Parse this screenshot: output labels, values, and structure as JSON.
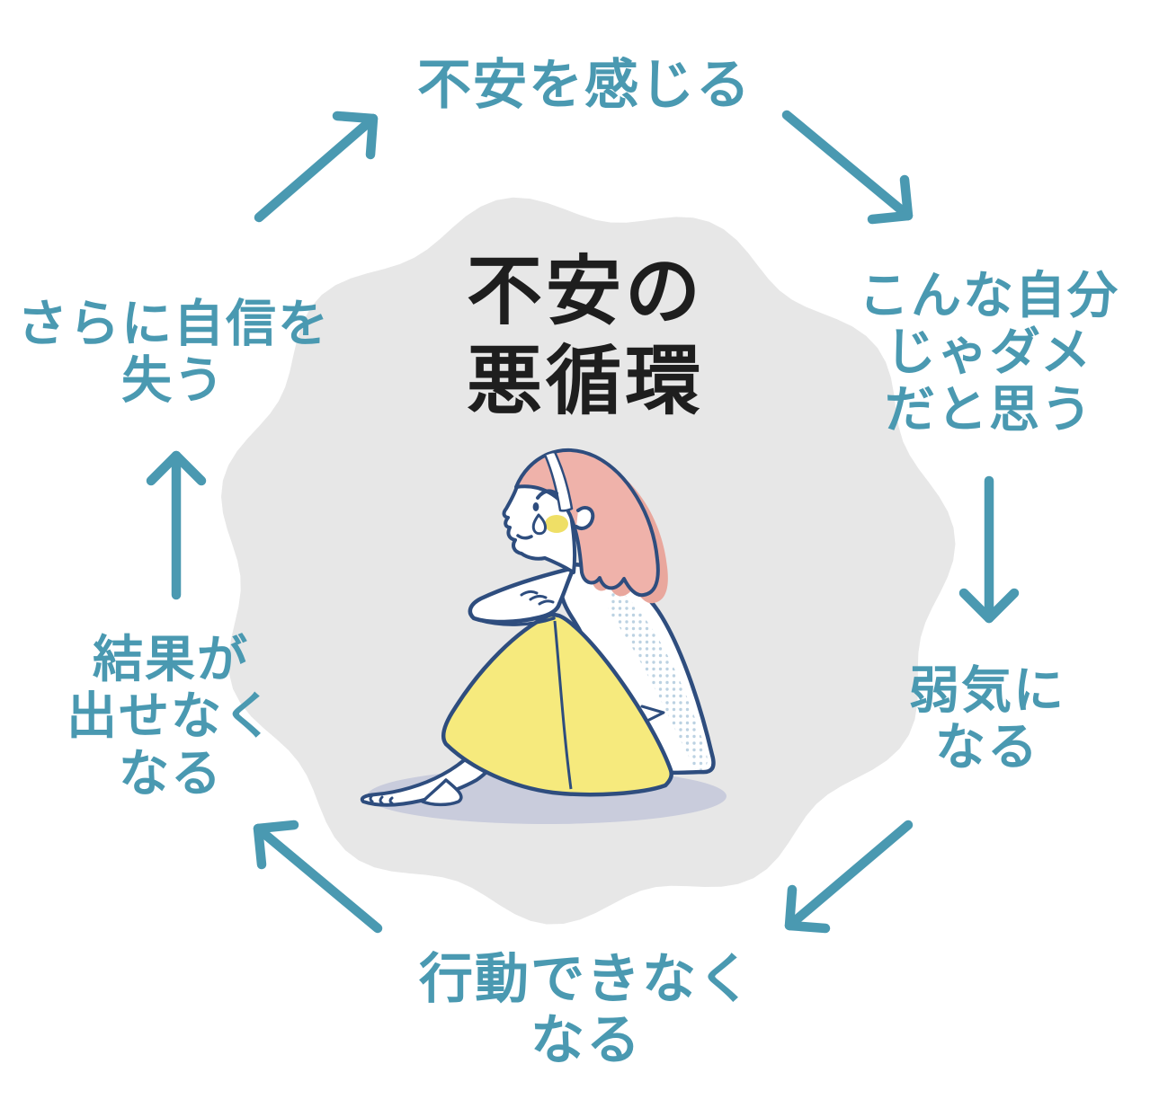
{
  "cycle": {
    "title": {
      "lines": [
        "不安の",
        "悪循環"
      ]
    },
    "steps": [
      {
        "id": "feel-anxiety",
        "position": "top",
        "lines": [
          "不安を感じる"
        ]
      },
      {
        "id": "self-denial",
        "position": "upper-right",
        "lines": [
          "こんな自分",
          "じゃダメ",
          "だと思う"
        ]
      },
      {
        "id": "become-timid",
        "position": "lower-right",
        "lines": [
          "弱気に",
          "なる"
        ]
      },
      {
        "id": "cannot-act",
        "position": "bottom",
        "lines": [
          "行動できなく",
          "なる"
        ]
      },
      {
        "id": "no-results",
        "position": "lower-left",
        "lines": [
          "結果が",
          "出せなく",
          "なる"
        ]
      },
      {
        "id": "lose-confidence",
        "position": "upper-left",
        "lines": [
          "さらに自信を",
          "失う"
        ]
      }
    ],
    "illustration_icon": "sad-woman-hugging-knees-illustration",
    "colors": {
      "accent_teal": "#4A99B1",
      "title_black": "#1E1E1E",
      "blob_gray": "#E7E7E7",
      "outline_navy": "#2E4D7E",
      "hair_pink": "#EFB2AA",
      "hair_pink_shadow": "#E9A79D",
      "skirt_yellow": "#F6EA7D",
      "blush_yellow": "#EFDF66",
      "floor_shadow_lavender": "#C9CCDC",
      "halftone_blue": "#BCD2E2"
    }
  }
}
